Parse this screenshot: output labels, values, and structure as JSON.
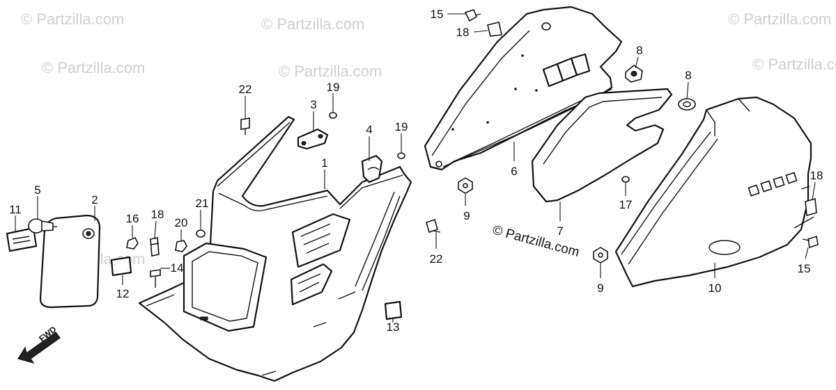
{
  "watermark": {
    "text": "© Partzilla.com",
    "center_text": "© Partzilla.com"
  },
  "fwd_label": "FWD",
  "callouts": [
    {
      "id": "c1",
      "text": "1"
    },
    {
      "id": "c2",
      "text": "2"
    },
    {
      "id": "c3",
      "text": "3"
    },
    {
      "id": "c4",
      "text": "4"
    },
    {
      "id": "c5",
      "text": "5"
    },
    {
      "id": "c6",
      "text": "6"
    },
    {
      "id": "c7",
      "text": "7"
    },
    {
      "id": "c8a",
      "text": "8"
    },
    {
      "id": "c8b",
      "text": "8"
    },
    {
      "id": "c9a",
      "text": "9"
    },
    {
      "id": "c9b",
      "text": "9"
    },
    {
      "id": "c10",
      "text": "10"
    },
    {
      "id": "c11",
      "text": "11"
    },
    {
      "id": "c12",
      "text": "12"
    },
    {
      "id": "c13",
      "text": "13"
    },
    {
      "id": "c14",
      "text": "14"
    },
    {
      "id": "c15a",
      "text": "15"
    },
    {
      "id": "c15b",
      "text": "15"
    },
    {
      "id": "c16",
      "text": "16"
    },
    {
      "id": "c17",
      "text": "17"
    },
    {
      "id": "c18a",
      "text": "18"
    },
    {
      "id": "c18b",
      "text": "18"
    },
    {
      "id": "c18c",
      "text": "18"
    },
    {
      "id": "c19a",
      "text": "19"
    },
    {
      "id": "c19b",
      "text": "19"
    },
    {
      "id": "c20",
      "text": "20"
    },
    {
      "id": "c21",
      "text": "21"
    },
    {
      "id": "c22a",
      "text": "22"
    },
    {
      "id": "c22b",
      "text": "22"
    }
  ]
}
